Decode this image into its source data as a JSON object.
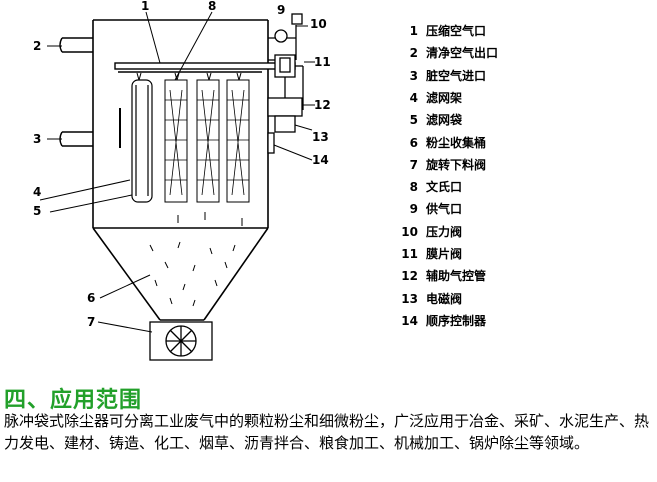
{
  "diagram": {
    "callouts": [
      "1",
      "2",
      "3",
      "4",
      "5",
      "6",
      "7",
      "8",
      "9",
      "10",
      "11",
      "12",
      "13",
      "14"
    ]
  },
  "legend": [
    {
      "num": "1",
      "text": "压缩空气口"
    },
    {
      "num": "2",
      "text": "清净空气出口"
    },
    {
      "num": "3",
      "text": "脏空气进口"
    },
    {
      "num": "4",
      "text": "滤网架"
    },
    {
      "num": "5",
      "text": "滤网袋"
    },
    {
      "num": "6",
      "text": "粉尘收集桶"
    },
    {
      "num": "7",
      "text": "旋转下料阀"
    },
    {
      "num": "8",
      "text": "文氏口"
    },
    {
      "num": "9",
      "text": "供气口"
    },
    {
      "num": "10",
      "text": "压力阀"
    },
    {
      "num": "11",
      "text": "膜片阀"
    },
    {
      "num": "12",
      "text": "辅助气控管"
    },
    {
      "num": "13",
      "text": "电磁阀"
    },
    {
      "num": "14",
      "text": "顺序控制器"
    }
  ],
  "section": {
    "heading": "四、应用范围",
    "description": "脉冲袋式除尘器可分离工业废气中的颗粒粉尘和细微粉尘，广泛应用于冶金、采矿、水泥生产、热力发电、建材、铸造、化工、烟草、沥青拌合、粮食加工、机械加工、锅炉除尘等领域。"
  },
  "colors": {
    "heading": "#22a02a",
    "line": "#000000"
  }
}
